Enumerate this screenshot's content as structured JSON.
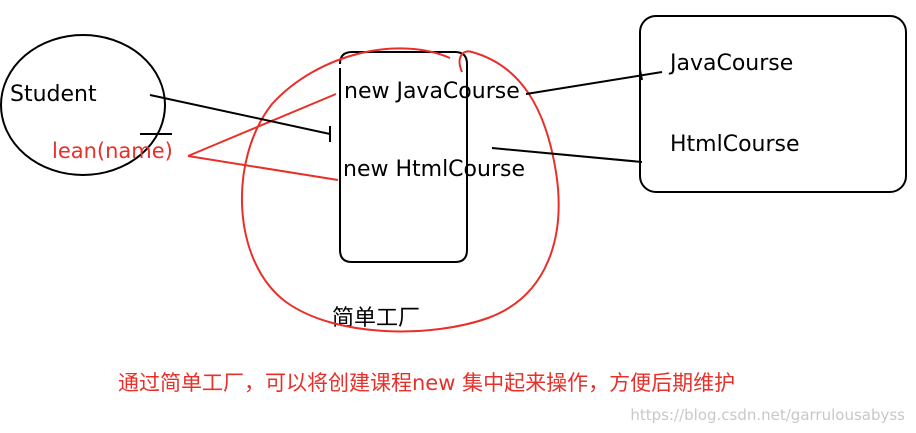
{
  "student": {
    "label": "Student",
    "method": "lean(name)"
  },
  "factory": {
    "items": [
      "new JavaCourse",
      "new HtmlCourse"
    ],
    "label": "简单工厂"
  },
  "products": [
    "JavaCourse",
    "HtmlCourse"
  ],
  "caption": "通过简单工厂，可以将创建课程new 集中起来操作，方便后期维护",
  "watermark": "https://blog.csdn.net/garrulousabyss",
  "colors": {
    "ink": "#000000",
    "annotation": "#e8302a",
    "watermark": "#c8c8c8"
  }
}
